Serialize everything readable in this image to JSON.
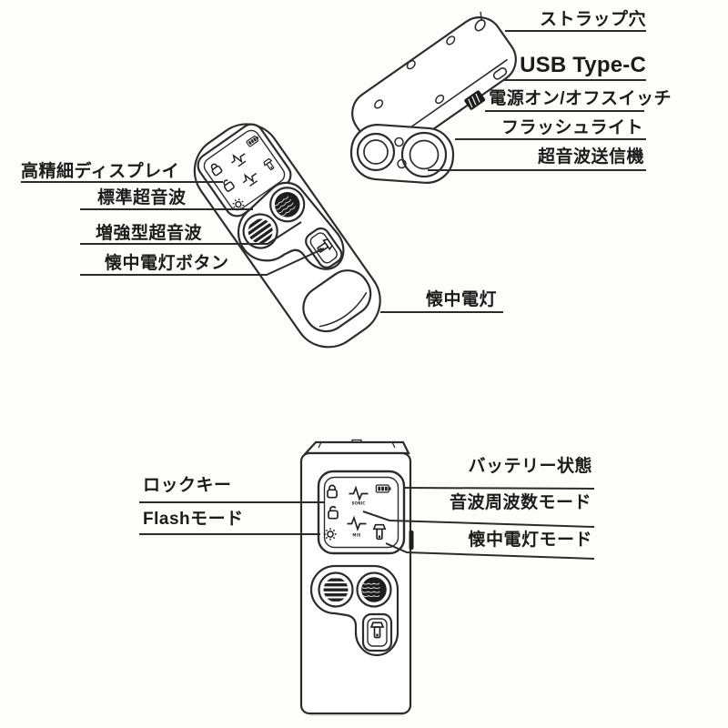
{
  "diagram": {
    "rear_view_labels": {
      "strap_hole": "ストラップ穴",
      "usb_type_c": "USB Type-C",
      "power_switch": "電源オン/オフスイッチ",
      "flashlight": "フラッシュライト",
      "ultrasonic_transmitter": "超音波送信機"
    },
    "angled_front_labels": {
      "hd_display": "高精細ディスプレイ",
      "standard_ultrasonic": "標準超音波",
      "enhanced_ultrasonic": "増強型超音波",
      "flashlight_button": "懐中電灯ボタン",
      "flashlight_lens": "懐中電灯"
    },
    "front_view_labels": {
      "lock_key": "ロックキー",
      "flash_mode": "Flashモード",
      "battery_status": "バッテリー状態",
      "sonic_frequency_mode": "音波周波数モード",
      "flashlight_mode": "懐中電灯モード"
    },
    "screen": {
      "sonic_mode_text": "SONIC",
      "mix_mode_text": "MIX"
    },
    "colors": {
      "line": "#2c2c2c",
      "text": "#1b1b1b",
      "background": "#fdfdfc",
      "dark_fill": "#1d1d1d"
    }
  }
}
